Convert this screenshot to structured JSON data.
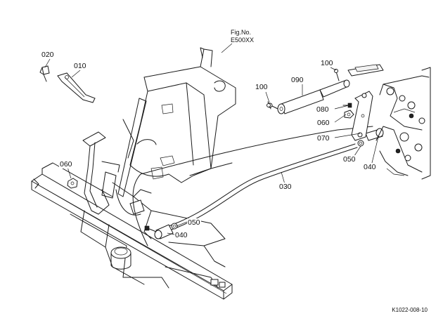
{
  "figure": {
    "fig_no_label": "Fig.No.",
    "fig_no_value": "E500XX",
    "doc_id": "K1022-008-10"
  },
  "parts": [
    {
      "id": "part-020",
      "number": "020"
    },
    {
      "id": "part-010",
      "number": "010"
    },
    {
      "id": "part-100-left",
      "number": "100"
    },
    {
      "id": "part-090",
      "number": "090"
    },
    {
      "id": "part-100-right",
      "number": "100"
    },
    {
      "id": "part-080",
      "number": "080"
    },
    {
      "id": "part-060-right",
      "number": "060"
    },
    {
      "id": "part-070",
      "number": "070"
    },
    {
      "id": "part-050-right",
      "number": "050"
    },
    {
      "id": "part-040-right",
      "number": "040"
    },
    {
      "id": "part-060-left",
      "number": "060"
    },
    {
      "id": "part-030",
      "number": "030"
    },
    {
      "id": "part-050-left",
      "number": "050"
    },
    {
      "id": "part-040-left",
      "number": "040"
    }
  ]
}
